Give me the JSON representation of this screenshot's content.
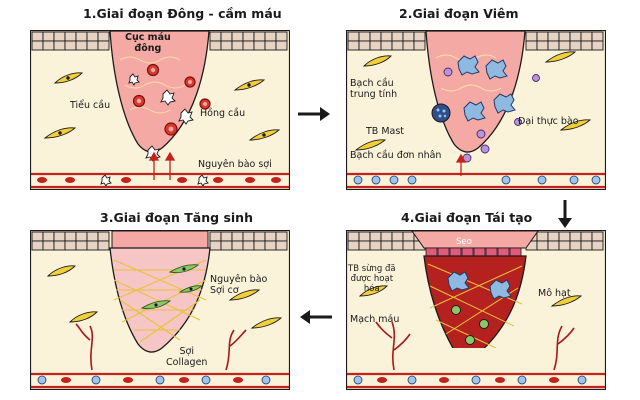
{
  "panels": [
    {
      "title": "1.Giai đoạn Đông - cầm máu",
      "labels": {
        "clot_line1": "Cục máu",
        "clot_line2": "đông",
        "platelet": "Tiểu cầu",
        "rbc": "Hồng cầu",
        "fibroblast": "Nguyên bào sợi"
      }
    },
    {
      "title": "2.Giai đoạn Viêm",
      "labels": {
        "neutrophil_line1": "Bạch cầu",
        "neutrophil_line2": "trung tính",
        "mast": "TB Mast",
        "macrophage": "Đại thực bào",
        "monocyte": "Bạch cầu đơn nhân"
      }
    },
    {
      "title": "3.Giai đoạn Tăng sinh",
      "labels": {
        "myofibroblast_line1": "Nguyên bào",
        "myofibroblast_line2": "Sợi cơ",
        "collagen_line1": "Sợi",
        "collagen_line2": "Collagen"
      }
    },
    {
      "title": "4.Giai đoạn Tái tạo",
      "labels": {
        "scar": "Sẹo",
        "keratinocyte_line1": "TB sừng đã",
        "keratinocyte_line2": "được hoạt",
        "keratinocyte_line3": "hóa",
        "granulation": "Mô hạt",
        "vessel": "Mạch máu"
      }
    }
  ],
  "colors": {
    "dermis": "#fbf3d9",
    "border": "#1a1a1a",
    "epidermis_block": "#e6d3c4",
    "wound_pink": "#f4a9a4",
    "granulation_red": "#b5211e",
    "vessel_red": "#c4221c",
    "fibroblast_yellow": "#f2cf3a"
  }
}
